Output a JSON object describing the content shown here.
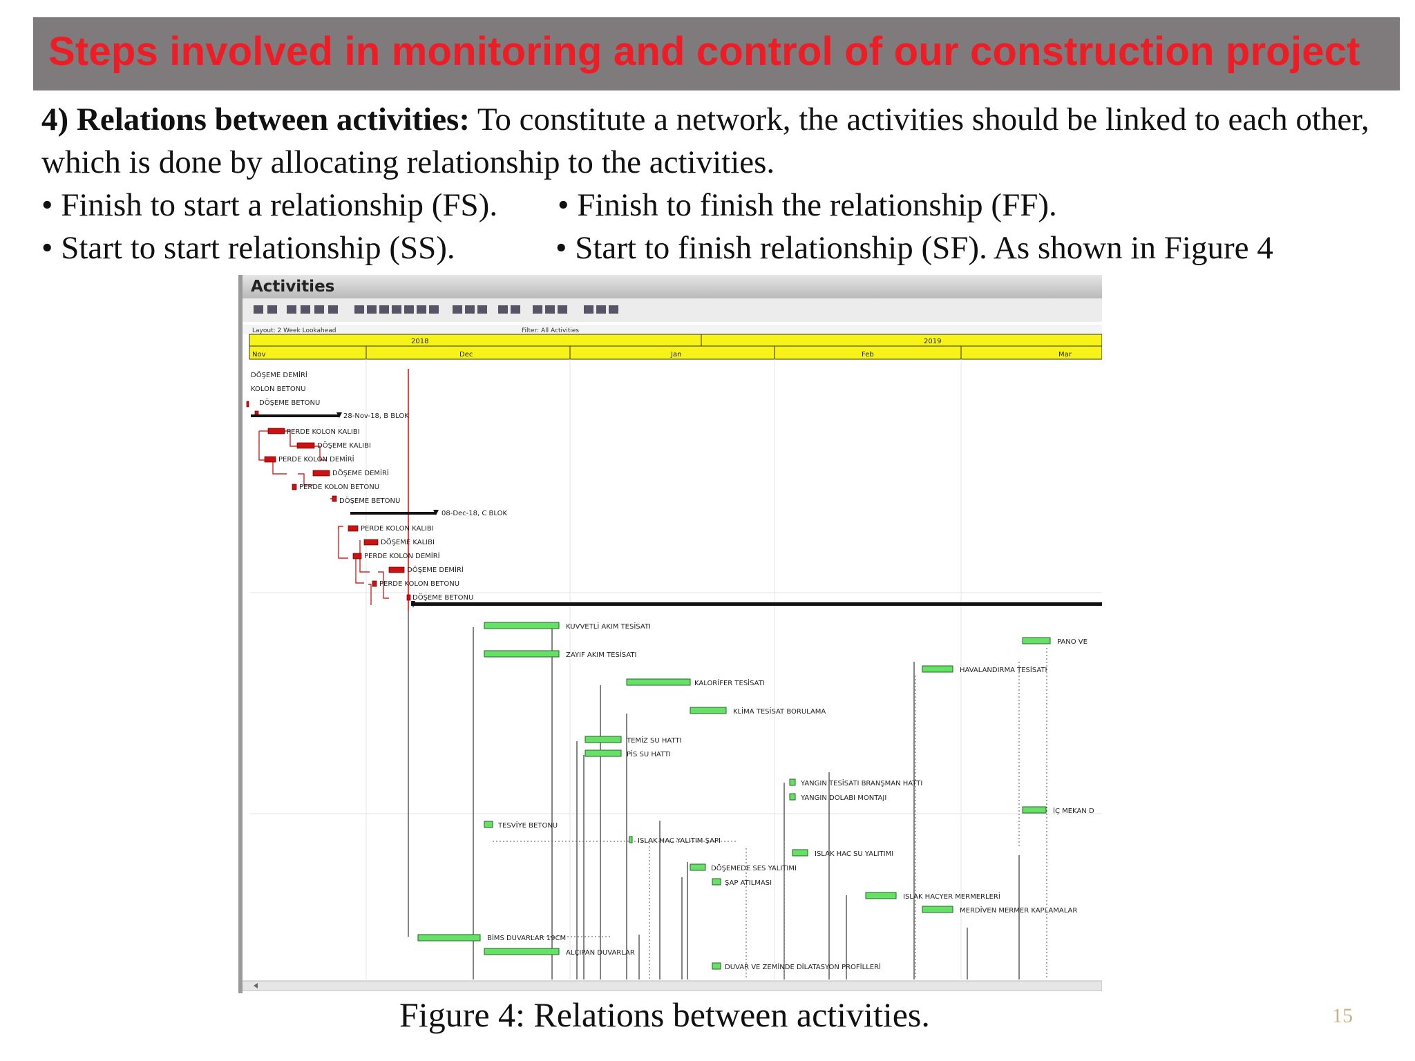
{
  "slide": {
    "title": "Steps involved in monitoring and control of our construction project",
    "paragraph_label": "4) Relations between activities:",
    "paragraph_text": " To constitute a network, the activities should be linked to each other, which is done by allocating relationship to the activities.",
    "bullets": [
      "• Finish to start a relationship (FS).",
      "• Finish to finish the relationship (FF).",
      "• Start to start relationship (SS).",
      "• Start to finish relationship (SF).  As shown in Figure 4"
    ],
    "caption": "Figure 4: Relations between activities.",
    "page_number": "15"
  },
  "gantt": {
    "window_title": "Activities",
    "layout_label": "Layout: 2 Week Lookahead",
    "filter_label": "Filter: All Activities",
    "year_2018": "2018",
    "year_2019": "2019",
    "months": [
      "Nov",
      "Dec",
      "Jan",
      "Feb",
      "Mar"
    ],
    "milestones": [
      "28-Nov-18, B BLOK",
      "08-Dec-18, C BLOK"
    ],
    "activity_labels": [
      "DÖŞEME DEMİRİ",
      "KOLON BETONU",
      "DÖŞEME BETONU",
      "PERDE KOLON KALIBI",
      "DÖŞEME KALIBI",
      "PERDE KOLON DEMİRİ",
      "DÖŞEME DEMİRİ",
      "PERDE KOLON BETONU",
      "DÖŞEME BETONU",
      "PERDE KOLON KALIBI",
      "DÖŞEME KALIBI",
      "PERDE KOLON DEMİRİ",
      "DÖŞEME DEMİRİ",
      "PERDE KOLON BETONU",
      "DÖŞEME BETONU",
      "KUVVETLİ AKIM TESİSATI",
      "ZAYIF AKIM TESİSATI",
      "KALORİFER TESİSATI",
      "KLİMA TESİSAT BORULAMA",
      "TEMİZ SU HATTI",
      "PİS SU HATTI",
      "YANGIN TESİSATI BRANŞMAN HATTI",
      "YANGIN DOLABI MONTAJI",
      "TESVİYE BETONU",
      "ISLAK HAC YALITIM ŞAPI",
      "ISLAK HAC SU YALITIMI",
      "DÖŞEMEDE SES YALITIMI",
      "ŞAP ATILMASI",
      "ISLAK HACYER MERMERLERİ",
      "MERDİVEN MERMER KAPLAMALAR",
      "BİMS DUVARLAR 19CM",
      "ALÇIPAN DUVARLAR",
      "DUVAR VE ZEMİNDE DİLATASYON PROFİLLERİ",
      "PANO VE",
      "HAVALANDIRMA TESİSATI",
      "İÇ MEKAN D"
    ]
  },
  "colors": {
    "title_bg": "#7f7a7b",
    "title_text": "#ee1c25",
    "timescale": "#f7f318",
    "critical_bar": "#cc1111",
    "normal_bar": "#66e066",
    "page_number": "#c8b28a"
  }
}
